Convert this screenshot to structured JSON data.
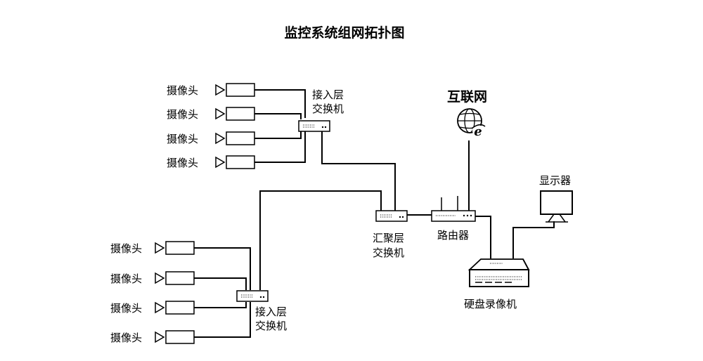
{
  "title": "监控系统组网拓扑图",
  "nodes": {
    "camera_label": "摄像头",
    "access_switch_line1": "接入层",
    "access_switch_line2": "交换机",
    "aggregation_switch_line1": "汇聚层",
    "aggregation_switch_line2": "交换机",
    "router": "路由器",
    "internet": "互联网",
    "monitor": "显示器",
    "nvr": "硬盘录像机"
  },
  "icons": {
    "camera": "camera-icon",
    "switch": "switch-icon",
    "router": "router-icon",
    "internet": "globe-browser-icon",
    "monitor": "monitor-icon",
    "nvr": "nvr-icon"
  }
}
